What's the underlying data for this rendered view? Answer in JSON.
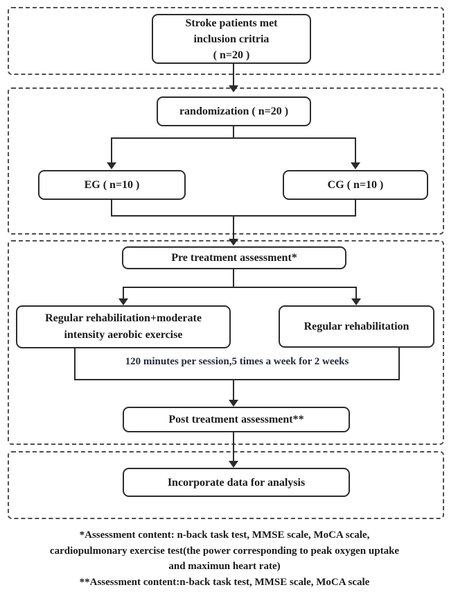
{
  "colors": {
    "background": "#ffffff",
    "box_border": "#2d2d2d",
    "section_dashed_border": "#4f4f4f",
    "connector_line": "#2b2b2b",
    "box_text": "#1b1b1d",
    "session_note_text": "#242b3d"
  },
  "flow": {
    "inclusion": {
      "l1": "Stroke patients met",
      "l2": "inclusion critria",
      "l3": "( n=20 )"
    },
    "randomization": {
      "label": "randomization ( n=20 )"
    },
    "eg": {
      "label": "EG ( n=10 )"
    },
    "cg": {
      "label": "CG ( n=10 )"
    },
    "pre_assessment": {
      "label": "Pre treatment assessment*"
    },
    "eg_treatment": {
      "l1": "Regular rehabilitation+moderate",
      "l2": "intensity aerobic exercise"
    },
    "cg_treatment": {
      "label": "Regular rehabilitation"
    },
    "session_note": {
      "label": "120 minutes per session,5 times a week for 2 weeks"
    },
    "post_assessment": {
      "label": "Post treatment assessment**"
    },
    "analysis": {
      "label": "Incorporate data for analysis"
    }
  },
  "footnotes": {
    "l1": "*Assessment content: n-back task test, MMSE scale, MoCA scale,",
    "l2": "cardiopulmonary exercise test(the power corresponding to peak oxygen uptake",
    "l3": "and maximun heart rate)",
    "l4": "**Assessment content:n-back task test, MMSE scale, MoCA scale"
  }
}
